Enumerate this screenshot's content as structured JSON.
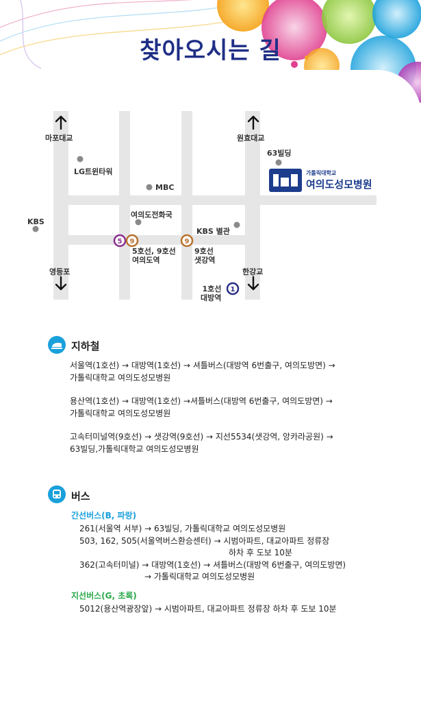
{
  "title": "찾아오시는 길",
  "map": {
    "labels": {
      "mapo_bridge": "마포대교",
      "wonhyo_bridge": "원효대교",
      "bldg_63": "63빌딩",
      "lg_twin": "LG트윈타워",
      "mbc": "MBC",
      "kbs": "KBS",
      "yeouido_post": "여의도전화국",
      "kbs_annex": "KBS 별관",
      "yeongdeungpo": "영등포",
      "hangang_bridge": "한강교",
      "yeouido_station": "5호선, 9호선\n여의도역",
      "saetgang_station": "9호선\n샛강역",
      "daebang_station": "1호선\n대방역"
    },
    "station_badges": {
      "line5": "5",
      "line9": "9",
      "line1": "1"
    },
    "hospital": {
      "sub": "가톨릭대학교",
      "name": "여의도성모병원"
    }
  },
  "subway": {
    "title": "지하철",
    "routes": [
      [
        "서울역(1호선) → 대방역(1호선) → 셔틀버스(대방역 6번출구, 여의도방면) →",
        "가톨릭대학교 여의도성모병원"
      ],
      [
        "용산역(1호선) → 대방역(1호선) →셔틀버스(대방역 6번출구, 여의도방면) →",
        "가톨릭대학교 여의도성모병원"
      ],
      [
        "고속터미널역(9호선) → 샛강역(9호선) → 지선5534(샛강역, 앙카라공원) →",
        "63빌딩,가톨릭대학교 여의도성모병원"
      ]
    ]
  },
  "bus": {
    "title": "버스",
    "trunk_title": "간선버스(B, 파랑)",
    "trunk_lines": [
      "261(서울역 서부) → 63빌딩, 가톨릭대학교 여의도성모병원",
      "503, 162, 505(서울역버스환승센터) → 시범아파트, 대교아파트 정류장",
      "하차 후 도보 10분",
      "362(고속터미널) → 대방역(1호선) → 셔틀버스(대방역 6번출구, 여의도방면)",
      "→ 가톨릭대학교 여의도성모병원"
    ],
    "branch_title": "지선버스(G, 초록)",
    "branch_lines": [
      "5012(용산역광장앞) → 시범아파트, 대교아파트 정류장 하차 후 도보 10분"
    ]
  },
  "colors": {
    "title": "#1f2f86",
    "road": "#e6e6e6",
    "line1": "#2b2f86",
    "line5": "#8a2f8f",
    "line9": "#b8722c",
    "icon": "#1aa0db",
    "trunk": "#1aa0db",
    "branch": "#2aa84a"
  }
}
